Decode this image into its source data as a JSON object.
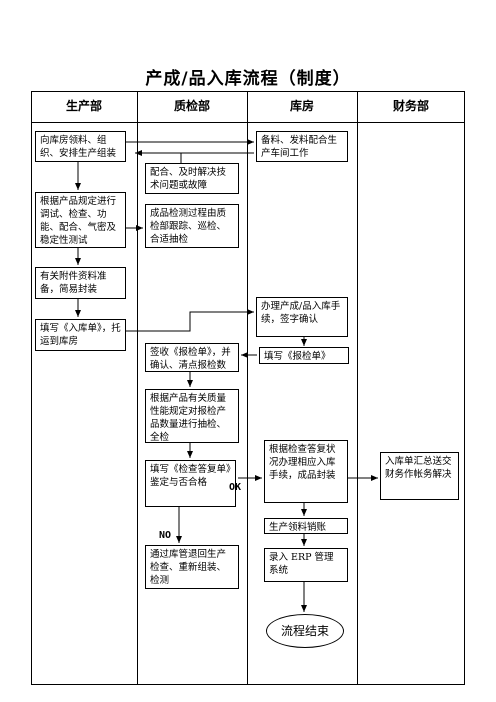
{
  "title": "产成/品入库流程（制度）",
  "columns": [
    "生产部",
    "质检部",
    "库房",
    "财务部"
  ],
  "boxes": {
    "b1": "向库房领料、组织、安排生产组装",
    "b2": "备料、发料配合生产车间工作",
    "b3": "配合、及时解决技术问题或故障",
    "b4": "根据产品规定进行调试、检查、功能、配合、气密及稳定性测试",
    "b5": "成品检测过程由质检部跟踪、巡检、合适抽检",
    "b6": "有关附件资料准备，简易封装",
    "b7": "办理产成/品入库手续，签字确认",
    "b8": "填写《入库单》，托运到库房",
    "b9": "签收《报检单》，并确认、清点报检数量",
    "b10": "填写《报检单》",
    "b11": "根据产品有关质量性能规定对报检产品数量进行抽检、全检",
    "b12": "根据检查答复状况办理相应入库手续，成品封装",
    "b13": "入库单汇总送交财务作帐务解决",
    "b14": "填写《检查答复单》鉴定与否合格",
    "b15": "生产领料销账",
    "b16": "通过库管退回生产检查、重新组装、检测",
    "b17": "录入 ERP 管理系统",
    "end": "流程结束"
  },
  "labels": {
    "ok": "OK",
    "no": "NO"
  }
}
